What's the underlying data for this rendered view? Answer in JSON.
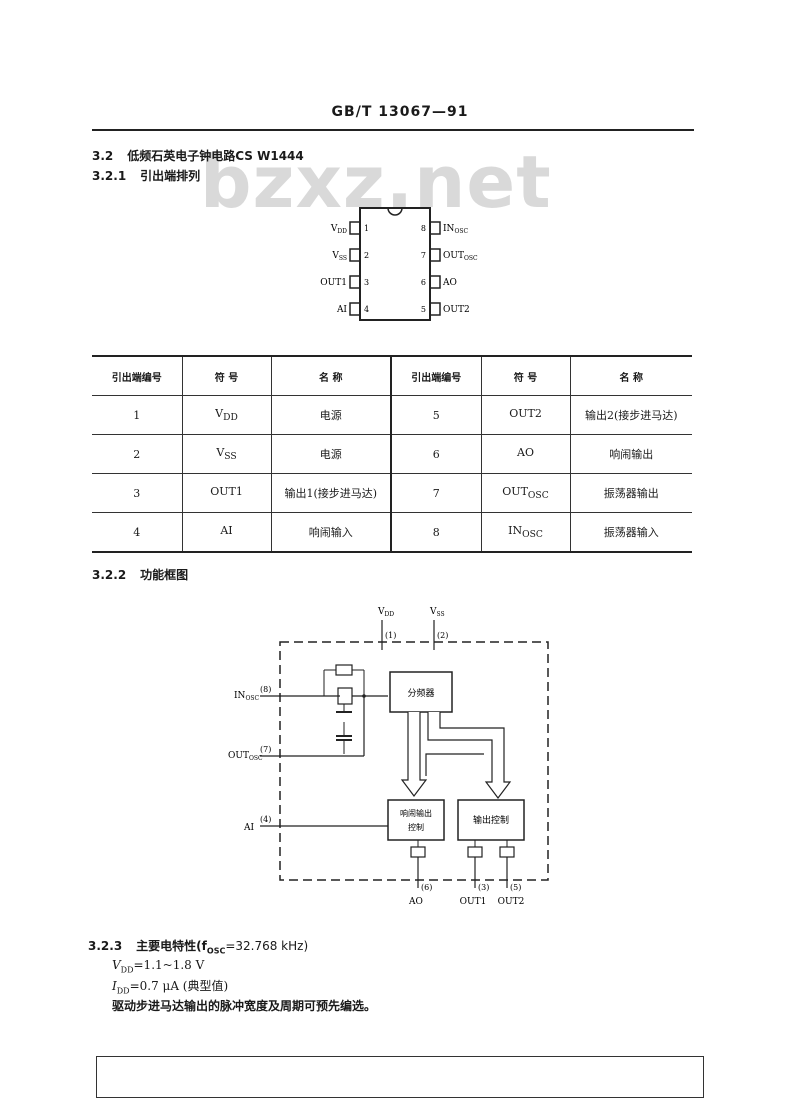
{
  "header": "GB/T 13067—91",
  "watermark": "bzxz.net",
  "sections": {
    "s32": {
      "num": "3.2",
      "title": "低频石英电子钟电路CS W1444"
    },
    "s321": {
      "num": "3.2.1",
      "title": "引出端排列"
    },
    "s322": {
      "num": "3.2.2",
      "title": "功能框图"
    },
    "s323": {
      "num": "3.2.3",
      "title": "主要电特性(f",
      "sub": "OSC",
      "tail": "=32.768 kHz)"
    }
  },
  "ic": {
    "left_pins": [
      {
        "num": "1",
        "label": "V",
        "sub": "DD"
      },
      {
        "num": "2",
        "label": "V",
        "sub": "SS"
      },
      {
        "num": "3",
        "label": "OUT1",
        "sub": ""
      },
      {
        "num": "4",
        "label": "AI",
        "sub": ""
      }
    ],
    "right_pins": [
      {
        "num": "8",
        "label": "IN",
        "sub": "OSC"
      },
      {
        "num": "7",
        "label": "OUT",
        "sub": "OSC"
      },
      {
        "num": "6",
        "label": "AO",
        "sub": ""
      },
      {
        "num": "5",
        "label": "OUT2",
        "sub": ""
      }
    ]
  },
  "table": {
    "headers": [
      "引出端编号",
      "符  号",
      "名  称",
      "引出端编号",
      "符  号",
      "名  称"
    ],
    "rows": [
      {
        "n1": "1",
        "s1": "V",
        "s1sub": "DD",
        "m1": "电源",
        "n2": "5",
        "s2": "OUT2",
        "s2sub": "",
        "m2": "输出2(接步进马达)"
      },
      {
        "n1": "2",
        "s1": "V",
        "s1sub": "SS",
        "m1": "电源",
        "n2": "6",
        "s2": "AO",
        "s2sub": "",
        "m2": "响闹输出"
      },
      {
        "n1": "3",
        "s1": "OUT1",
        "s1sub": "",
        "m1": "输出1(接步进马达)",
        "n2": "7",
        "s2": "OUT",
        "s2sub": "OSC",
        "m2": "振荡器输出"
      },
      {
        "n1": "4",
        "s1": "AI",
        "s1sub": "",
        "m1": "响闹输入",
        "n2": "8",
        "s2": "IN",
        "s2sub": "OSC",
        "m2": "振荡器输入"
      }
    ]
  },
  "diagram": {
    "vdd": "V",
    "vdd_sub": "DD",
    "vdd_pin": "(1)",
    "vss": "V",
    "vss_sub": "SS",
    "vss_pin": "(2)",
    "in_osc": "IN",
    "in_osc_sub": "OSC",
    "in_pin": "(8)",
    "out_osc": "OUT",
    "out_osc_sub": "OSC",
    "out_pin": "(7)",
    "ai": "AI",
    "ai_pin": "(4)",
    "divider": "分频器",
    "alarm_block_l1": "响闹输出",
    "alarm_block_l2": "控制",
    "out_ctrl": "输出控制",
    "ao": "AO",
    "ao_pin": "(6)",
    "out1": "OUT1",
    "out1_pin": "(3)",
    "out2": "OUT2",
    "out2_pin": "(5)"
  },
  "specs": {
    "vdd_label": "V",
    "vdd_sub": "DD",
    "vdd_value": "=1.1~1.8 V",
    "idd_label": "I",
    "idd_sub": "DD",
    "idd_value": "=0.7 μA (典型值)",
    "note": "驱动步进马达输出的脉冲宽度及周期可预先编选。"
  }
}
